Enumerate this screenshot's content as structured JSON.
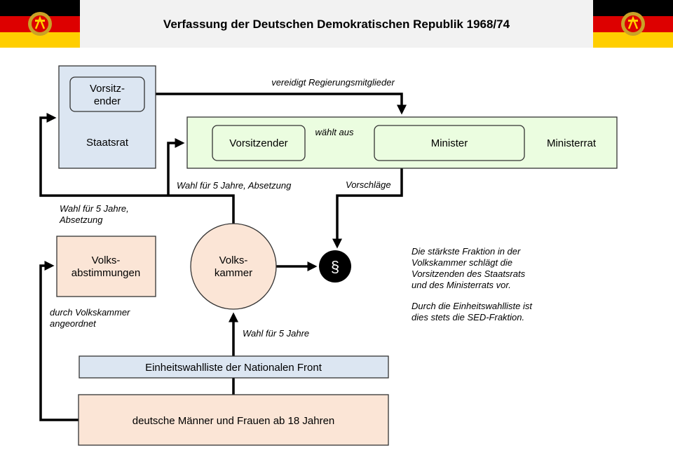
{
  "header": {
    "title": "Verfassung der Deutschen Demokratischen Republik 1968/74"
  },
  "colors": {
    "blue_box": "#dce6f2",
    "green_box": "#ebfde0",
    "peach_box": "#fbe5d6",
    "header_bg": "#f2f2f2",
    "flag_black": "#000000",
    "flag_red": "#dd0000",
    "flag_gold": "#ffce00"
  },
  "staatsrat": {
    "title": "Staatsrat",
    "chair_line1": "Vorsitz-",
    "chair_line2": "ender"
  },
  "ministerrat": {
    "title": "Ministerrat",
    "chair": "Vorsitzender",
    "minister": "Minister"
  },
  "volkskammer": {
    "line1": "Volks-",
    "line2": "kammer"
  },
  "volksabstimmungen": {
    "line1": "Volks-",
    "line2": "abstimmungen"
  },
  "einheitsliste": "Einheitswahlliste der Nationalen Front",
  "voters": "deutsche Männer und Frauen ab 18 Jahren",
  "paragraph_symbol": "§",
  "edges": {
    "vereidigt": "vereidigt Regierungsmitglieder",
    "waehlt_aus": "wählt aus",
    "wahl_ministerrat": "Wahl für 5 Jahre, Absetzung",
    "wahl_staatsrat_1": "Wahl für 5 Jahre,",
    "wahl_staatsrat_2": "Absetzung",
    "vorschlaege": "Vorschläge",
    "durch_vk_1": "durch Volkskammer",
    "durch_vk_2": "angeordnet",
    "wahl_vk": "Wahl für 5 Jahre"
  },
  "note": {
    "lines": [
      "Die stärkste Fraktion in der",
      "Volkskammer schlägt die",
      "Vorsitzenden des Staatsrats",
      "und des Ministerrats vor.",
      "",
      "Durch die Einheitswahlliste ist",
      "dies stets die SED-Fraktion."
    ]
  }
}
